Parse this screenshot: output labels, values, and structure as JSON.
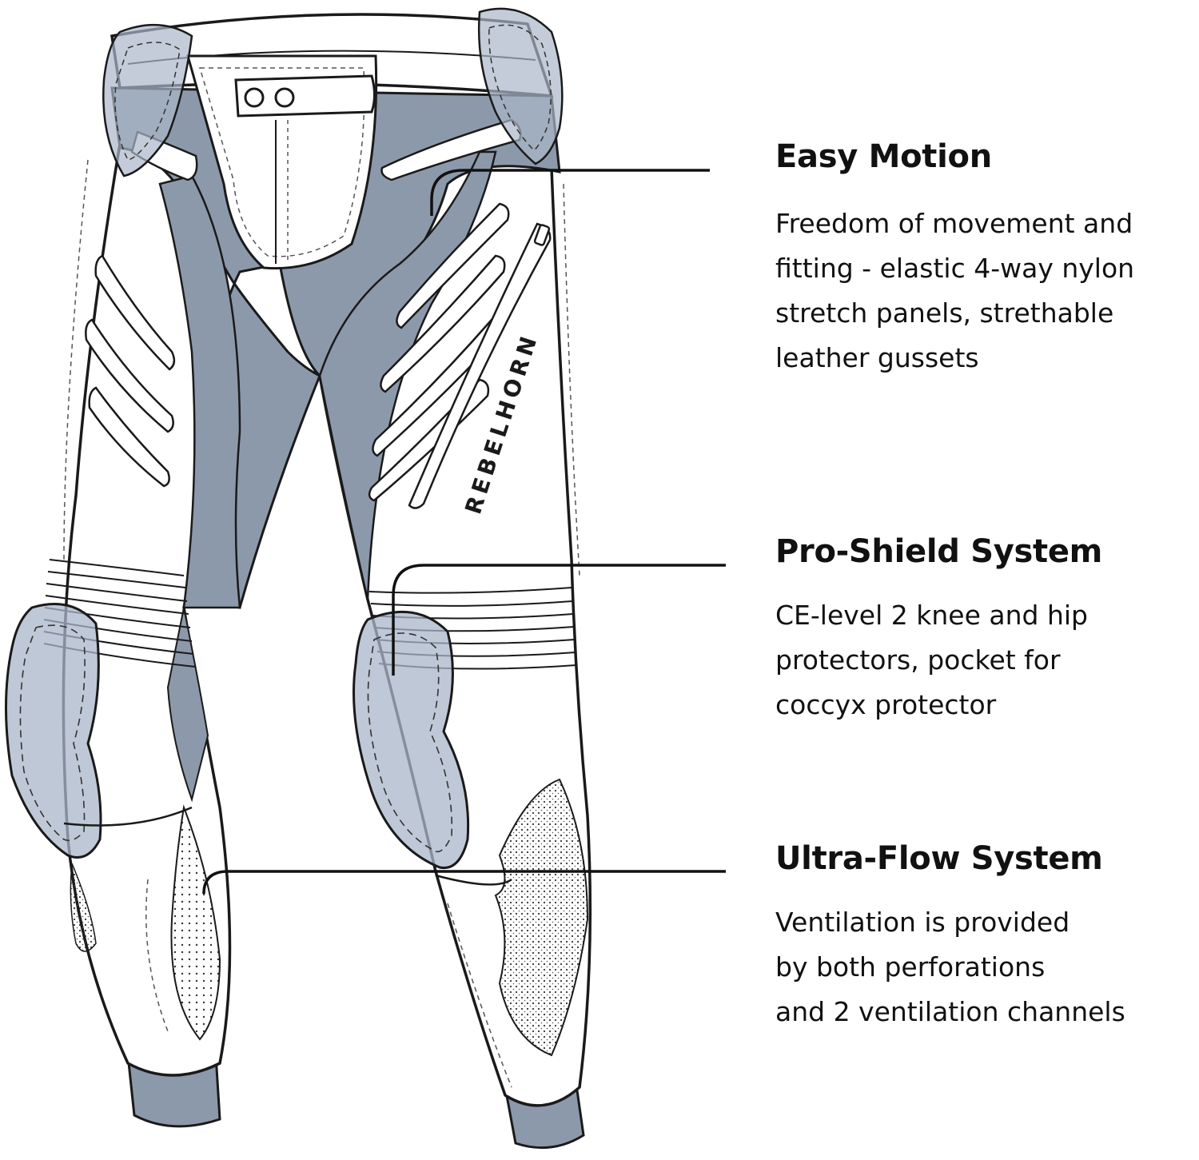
{
  "brand": "REBELHORN",
  "colors": {
    "panel_gray": "#8c99ab",
    "armor_blue": "#a9b6c8",
    "outline": "#1a1a1a",
    "leather": "#ffffff"
  },
  "features": [
    {
      "title": "Easy Motion",
      "lines": [
        "Freedom of movement and",
        "fitting - elastic 4-way nylon",
        "stretch panels, strethable",
        "leather gussets"
      ]
    },
    {
      "title": "Pro-Shield System",
      "lines": [
        "CE-level 2 knee and hip",
        "protectors, pocket for",
        "coccyx protector"
      ]
    },
    {
      "title": "Ultra-Flow System",
      "lines": [
        "Ventilation is provided",
        "by both perforations",
        "and 2 ventilation channels"
      ]
    }
  ]
}
